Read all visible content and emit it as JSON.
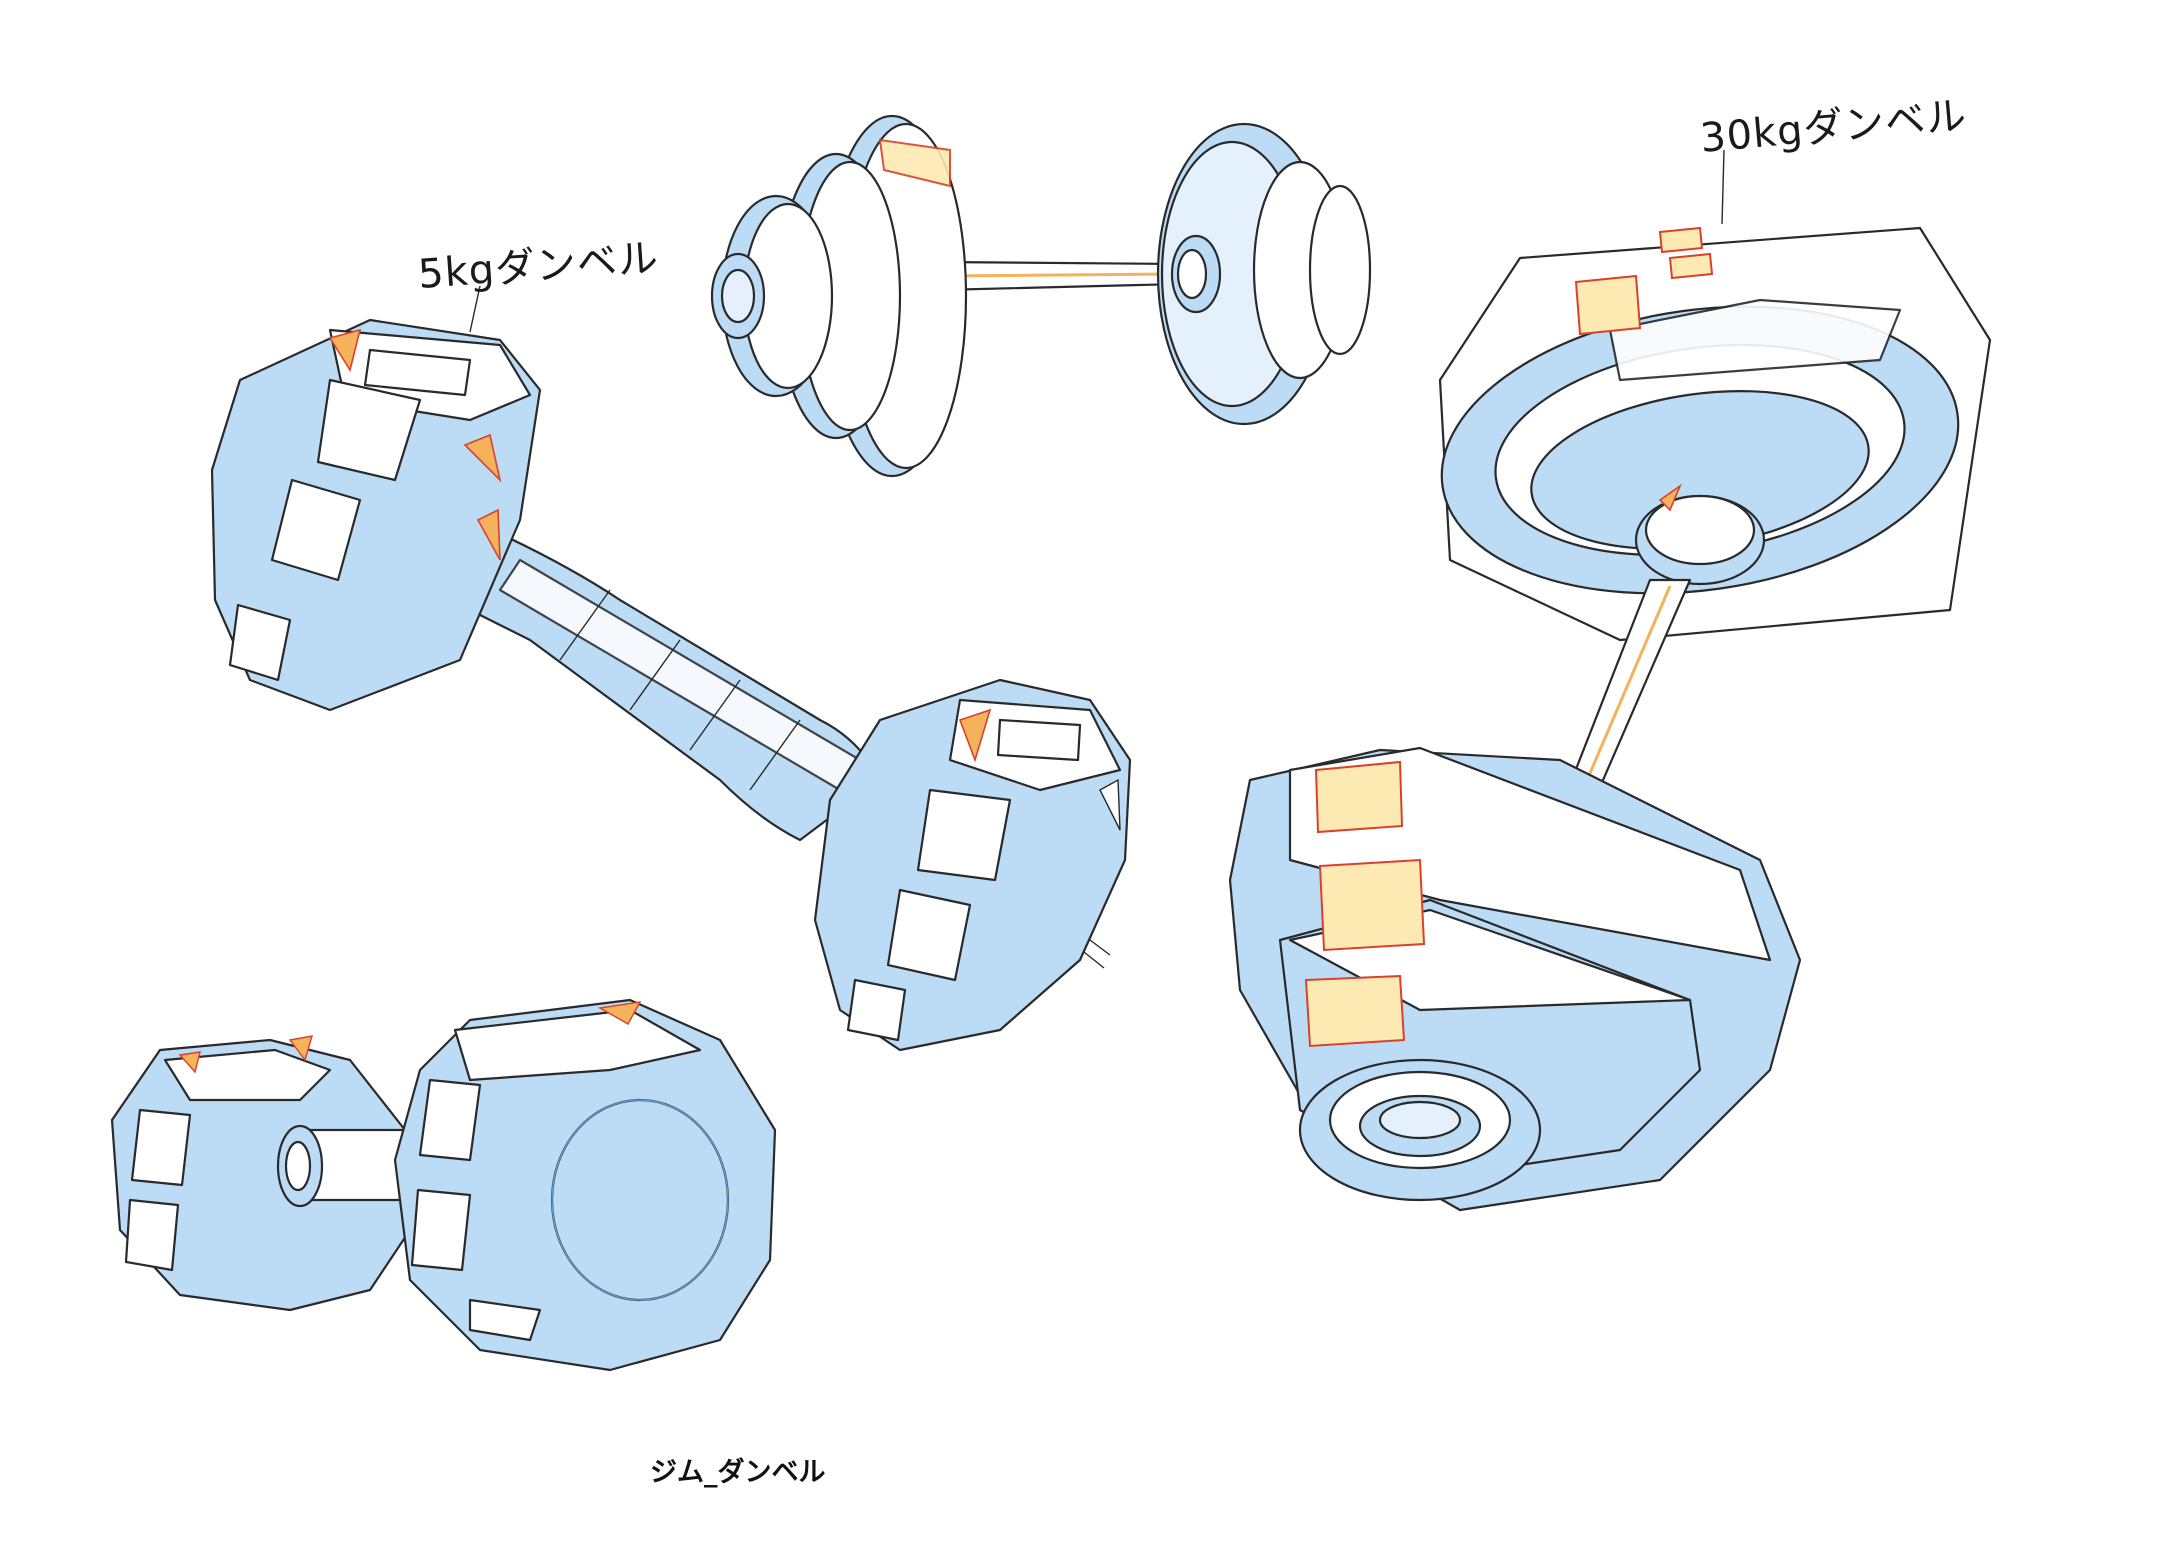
{
  "labels": {
    "dumbbell_5kg": "5kgダンベル",
    "dumbbell_30kg": "30kgダンベル"
  },
  "caption": "ジム_ダンベル",
  "colors": {
    "background": "#ffffff",
    "line": "#2a2a2a",
    "shadow_blue": "#bcdcf6",
    "highlight_white": "#ffffff",
    "accent_yellow": "#fde9b2",
    "accent_red": "#e0523a",
    "accent_orange": "#f4b25c"
  }
}
